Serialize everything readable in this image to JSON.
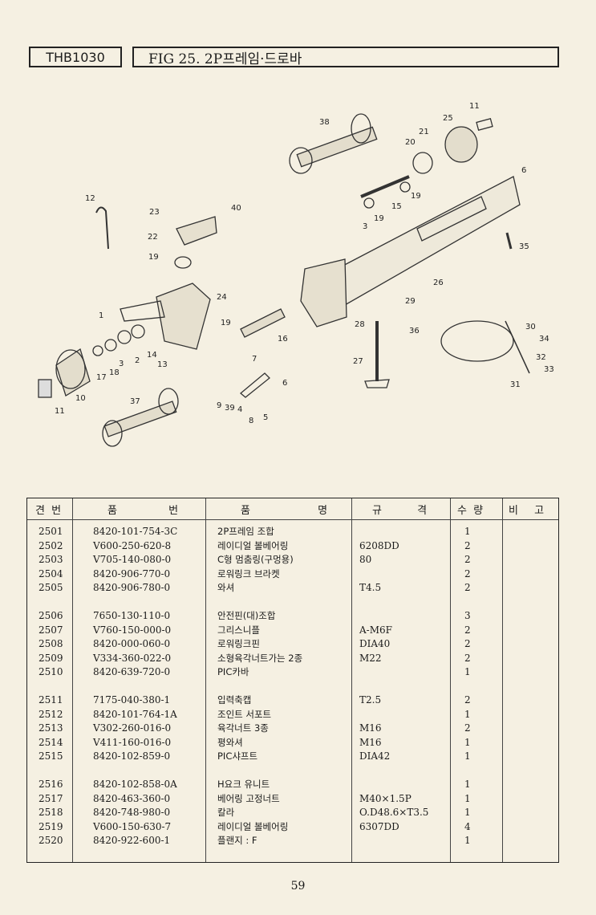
{
  "header": {
    "model": "THB1030",
    "figure_title": "FIG 25. 2P프레임·드로바"
  },
  "diagram": {
    "callouts": [
      "1",
      "2",
      "3",
      "4",
      "5",
      "6",
      "7",
      "8",
      "9",
      "10",
      "11",
      "12",
      "13",
      "14",
      "15",
      "16",
      "17",
      "18",
      "19",
      "20",
      "21",
      "22",
      "23",
      "24",
      "25",
      "26",
      "27",
      "28",
      "29",
      "30",
      "31",
      "32",
      "33",
      "34",
      "35",
      "36",
      "37",
      "38",
      "39",
      "40"
    ]
  },
  "table": {
    "headers": {
      "no": "견 번",
      "part_no": "품 번",
      "name": "품 명",
      "spec": "규 격",
      "qty": "수 량",
      "remark": "비 고"
    },
    "rows": [
      {
        "no": "2501",
        "part_no": "8420-101-754-3C",
        "name": "2P프레임 조합",
        "spec": "",
        "qty": "1"
      },
      {
        "no": "2502",
        "part_no": "V600-250-620-8",
        "name": "레이디얼 볼베어링",
        "spec": "6208DD",
        "qty": "2"
      },
      {
        "no": "2503",
        "part_no": "V705-140-080-0",
        "name": "C형 멈춤링(구멍용)",
        "spec": "80",
        "qty": "2"
      },
      {
        "no": "2504",
        "part_no": "8420-906-770-0",
        "name": "로워링크 브라켓",
        "spec": "",
        "qty": "2"
      },
      {
        "no": "2505",
        "part_no": "8420-906-780-0",
        "name": "와셔",
        "spec": "T4.5",
        "qty": "2"
      },
      {
        "no": "2506",
        "part_no": "7650-130-110-0",
        "name": "안전핀(대)조합",
        "spec": "",
        "qty": "3"
      },
      {
        "no": "2507",
        "part_no": "V760-150-000-0",
        "name": "그리스니플",
        "spec": "A-M6F",
        "qty": "2"
      },
      {
        "no": "2508",
        "part_no": "8420-000-060-0",
        "name": "로워링크핀",
        "spec": "DIA40",
        "qty": "2"
      },
      {
        "no": "2509",
        "part_no": "V334-360-022-0",
        "name": "소형육각너트가는 2종",
        "spec": "M22",
        "qty": "2"
      },
      {
        "no": "2510",
        "part_no": "8420-639-720-0",
        "name": "PIC카바",
        "spec": "",
        "qty": "1"
      },
      {
        "no": "2511",
        "part_no": "7175-040-380-1",
        "name": "입력축캡",
        "spec": "T2.5",
        "qty": "2"
      },
      {
        "no": "2512",
        "part_no": "8420-101-764-1A",
        "name": "조인트 서포트",
        "spec": "",
        "qty": "1"
      },
      {
        "no": "2513",
        "part_no": "V302-260-016-0",
        "name": "육각너트 3종",
        "spec": "M16",
        "qty": "2"
      },
      {
        "no": "2514",
        "part_no": "V411-160-016-0",
        "name": "평와셔",
        "spec": "M16",
        "qty": "1"
      },
      {
        "no": "2515",
        "part_no": "8420-102-859-0",
        "name": "PIC샤프트",
        "spec": "DIA42",
        "qty": "1"
      },
      {
        "no": "2516",
        "part_no": "8420-102-858-0A",
        "name": "H요크 유니트",
        "spec": "",
        "qty": "1"
      },
      {
        "no": "2517",
        "part_no": "8420-463-360-0",
        "name": "베어링 고정너트",
        "spec": "M40×1.5P",
        "qty": "1"
      },
      {
        "no": "2518",
        "part_no": "8420-748-980-0",
        "name": "칼라",
        "spec": "O.D48.6×T3.5",
        "qty": "1"
      },
      {
        "no": "2519",
        "part_no": "V600-150-630-7",
        "name": "레이디얼 볼베어링",
        "spec": "6307DD",
        "qty": "4"
      },
      {
        "no": "2520",
        "part_no": "8420-922-600-1",
        "name": "플랜지 : F",
        "spec": "",
        "qty": "1"
      }
    ]
  },
  "page_number": "59"
}
